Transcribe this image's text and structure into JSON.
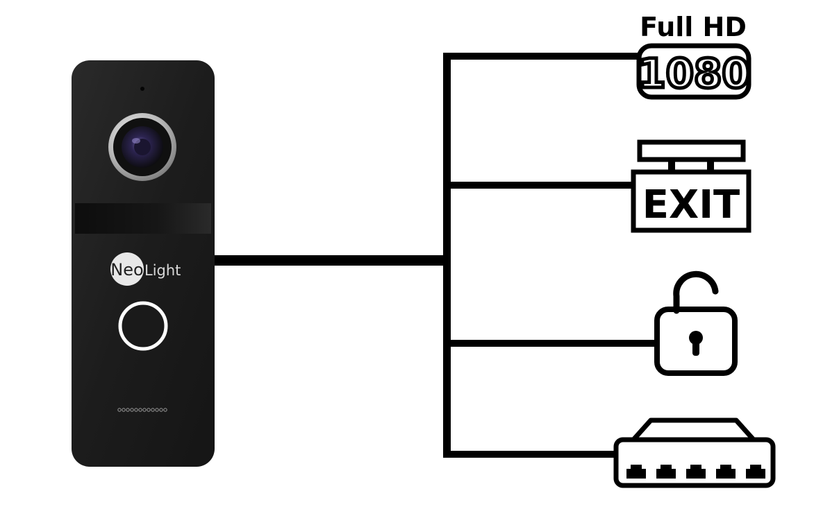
{
  "doorbell": {
    "brand_primary": "Neo",
    "brand_secondary": "Light",
    "body_color": "#1f1f1f",
    "ring_color": "#ffffff"
  },
  "features": {
    "resolution": {
      "label_top": "Full HD",
      "label_main": "1080",
      "icon": "full-hd-1080-icon"
    },
    "exit": {
      "label": "EXIT",
      "icon": "exit-sign-icon"
    },
    "lock": {
      "icon": "unlocked-padlock-icon"
    },
    "network": {
      "icon": "network-switch-icon"
    }
  },
  "colors": {
    "line": "#000000",
    "background": "#ffffff"
  }
}
